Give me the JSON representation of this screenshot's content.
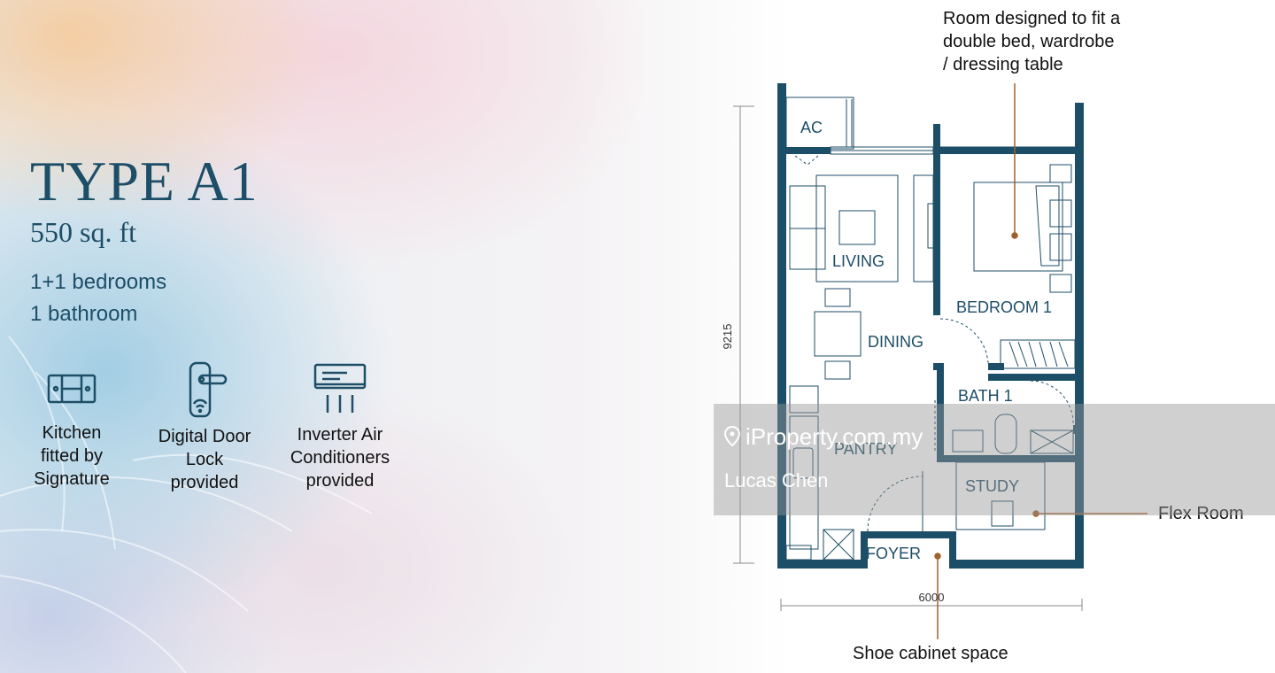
{
  "unit": {
    "title": "TYPE A1",
    "area": "550 sq. ft",
    "bedrooms": "1+1 bedrooms",
    "bathrooms": "1 bathroom"
  },
  "features": [
    {
      "icon": "kitchen-icon",
      "line1": "Kitchen",
      "line2": "fitted by",
      "line3": "Signature"
    },
    {
      "icon": "digital-lock-icon",
      "line1": "Digital Door",
      "line2": "Lock",
      "line3": "provided"
    },
    {
      "icon": "air-conditioner-icon",
      "line1": "Inverter Air",
      "line2": "Conditioners",
      "line3": "provided"
    }
  ],
  "rooms": {
    "ac": "AC",
    "living": "LIVING",
    "bedroom": "BEDROOM 1",
    "dining": "DINING",
    "bath": "BATH 1",
    "pantry": "PANTRY",
    "study": "STUDY",
    "foyer": "FOYER"
  },
  "dimensions": {
    "height": "9215",
    "width": "6000"
  },
  "callouts": {
    "bedroom_line1": "Room designed to fit a",
    "bedroom_line2": "double bed, wardrobe",
    "bedroom_line3": "/ dressing table",
    "flex": "Flex Room",
    "shoe": "Shoe cabinet space"
  },
  "watermark": {
    "brand": "iProperty.com.my",
    "agent": "Lucas Chen"
  },
  "colors": {
    "ink": "#1d4e67",
    "accent": "#a0622c"
  }
}
